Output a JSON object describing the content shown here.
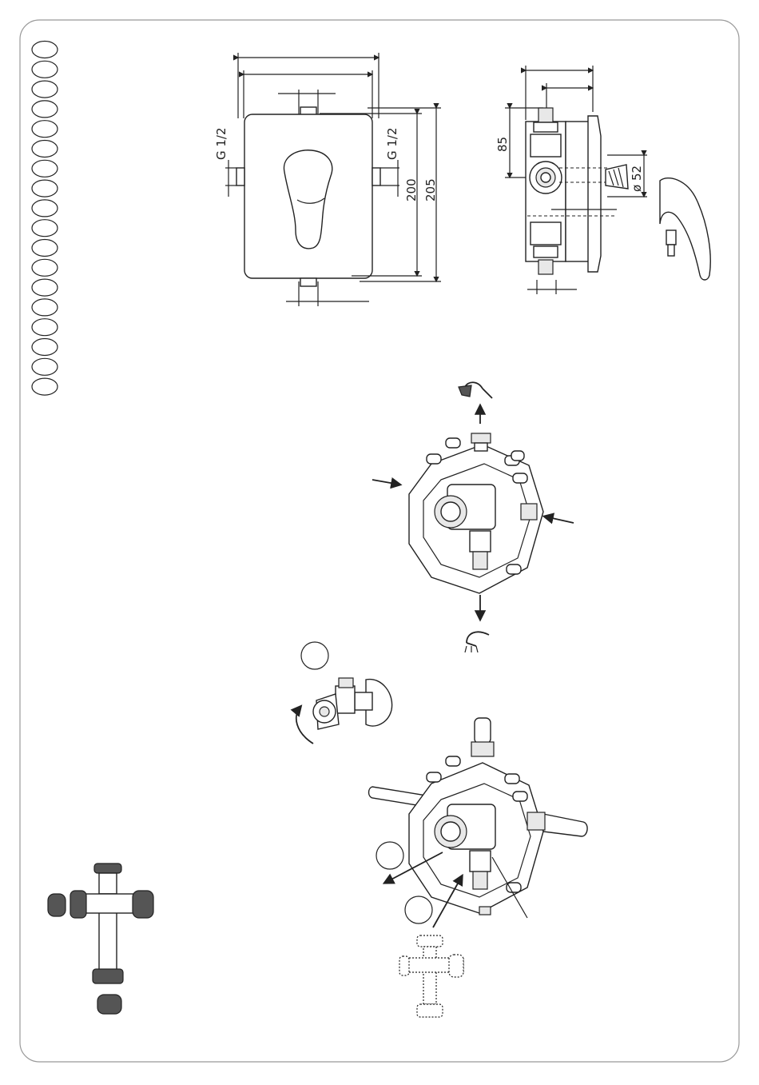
{
  "front_view": {
    "thread_left": "G 1/2",
    "thread_right": "G 1/2",
    "dim_inner_height": "200",
    "dim_outer_height": "205"
  },
  "side_view": {
    "dim_depth": "85",
    "dim_diameter": "ø 52"
  },
  "language_ovals": [
    "",
    "",
    "",
    "",
    "",
    "",
    "",
    "",
    "",
    "",
    "",
    "",
    "",
    "",
    "",
    "",
    "",
    ""
  ],
  "callout_circles": [
    "",
    "",
    ""
  ]
}
